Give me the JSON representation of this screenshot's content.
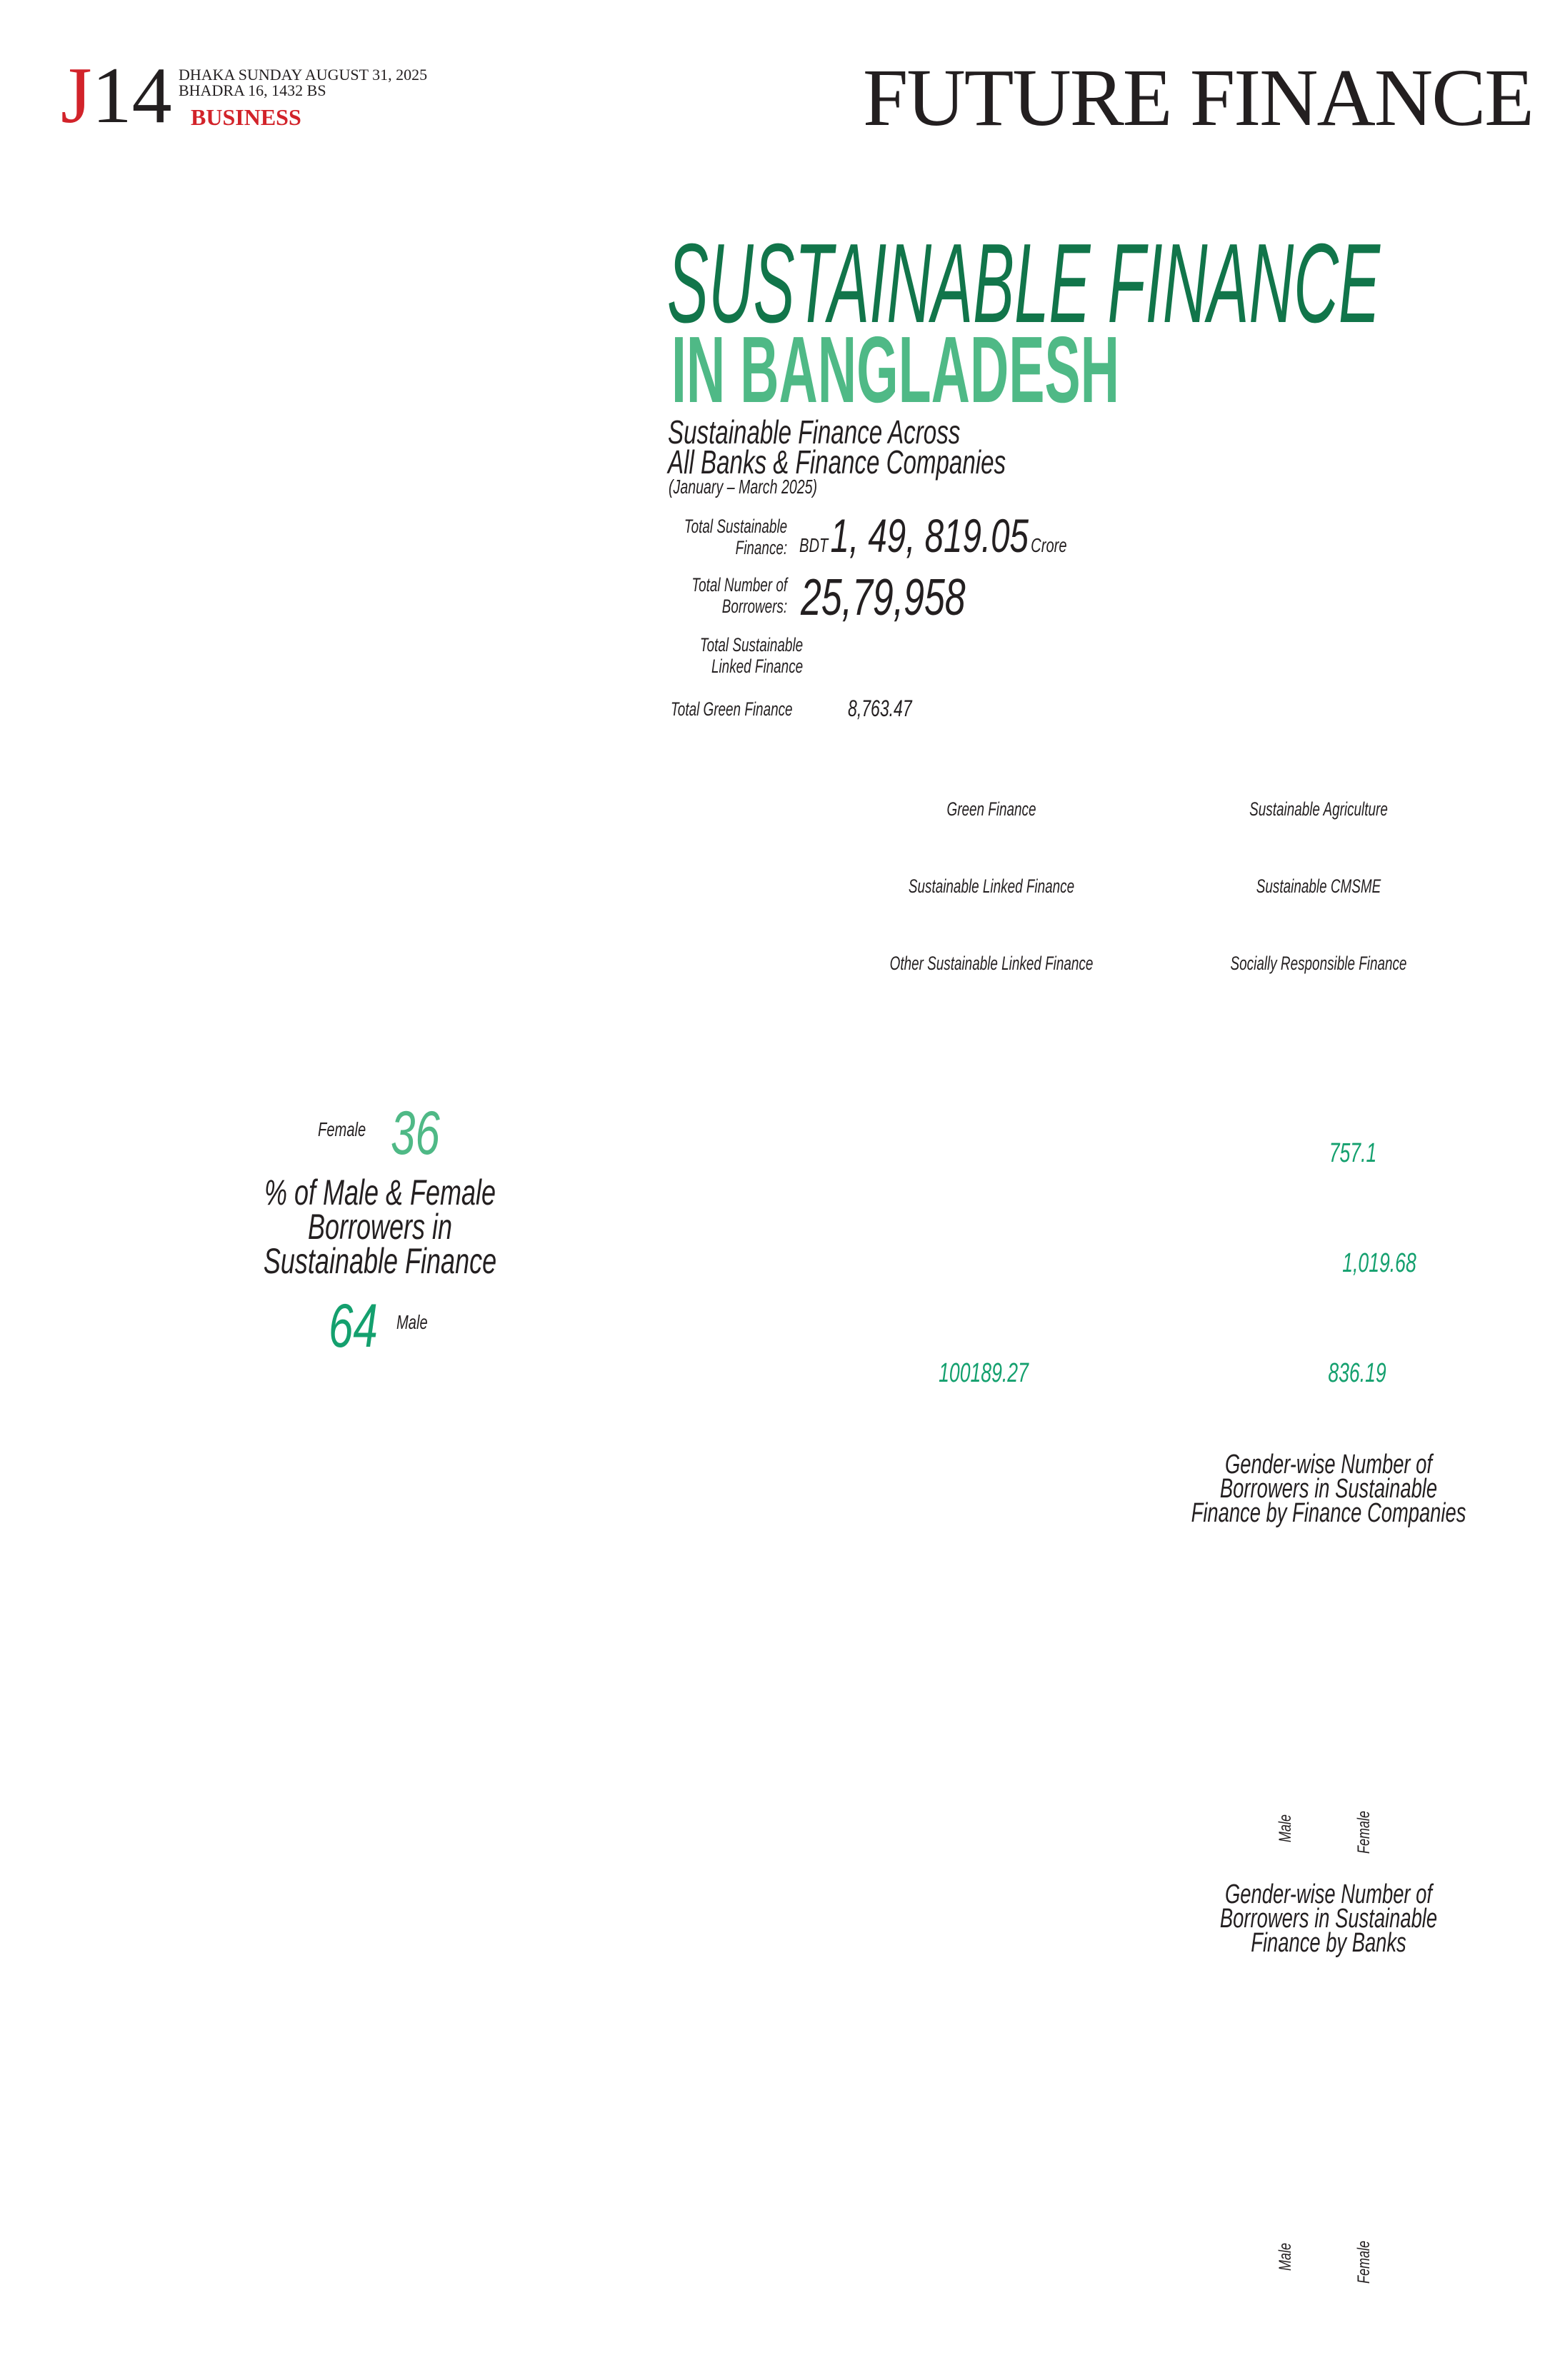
{
  "masthead": {
    "page_letter": "J",
    "page_number": "14",
    "date_line": "DHAKA SUNDAY AUGUST 31, 2025",
    "bangla_date": "BHADRA 16, 1432 BS",
    "section": "BUSINESS",
    "supplement_title": "FUTURE FINANCE"
  },
  "headline": {
    "line1": "SUSTAINABLE FINANCE",
    "line2": "IN BANGLADESH"
  },
  "summary": {
    "title_line1": "Sustainable Finance Across",
    "title_line2": "All Banks & Finance Companies",
    "period": "(January – March 2025)",
    "total_finance_label1": "Total Sustainable",
    "total_finance_label2": "Finance:",
    "currency": "BDT",
    "total_finance_value": "1, 49, 819.05",
    "unit": "Crore",
    "borrowers_label1": "Total Number of",
    "borrowers_label2": "Borrowers:",
    "borrowers_value": "25,79,958",
    "linked_label1": "Total Sustainable",
    "linked_label2": "Linked Finance",
    "green_label": "Total Green Finance",
    "green_value": "8,763.47"
  },
  "categories": [
    "Green Finance",
    "Sustainable Agriculture",
    "Sustainable Linked Finance",
    "Sustainable CMSME",
    "Other Sustainable Linked Finance",
    "Socially Responsible Finance"
  ],
  "gender_share": {
    "female_label": "Female",
    "female_value": "36",
    "title_line1": "% of Male & Female",
    "title_line2": "Borrowers in",
    "title_line3": "Sustainable Finance",
    "male_value": "64",
    "male_label": "Male"
  },
  "values": {
    "v1": "757.1",
    "v2": "1,019.68",
    "v3": "100189.27",
    "v4": "836.19"
  },
  "fc_chart": {
    "title_line1": "Gender-wise Number of",
    "title_line2": "Borrowers in Sustainable",
    "title_line3": "Finance by Finance Companies",
    "male": "Male",
    "female": "Female"
  },
  "bank_chart": {
    "title_line1": "Gender-wise Number of",
    "title_line2": "Borrowers in Sustainable",
    "title_line3": "Finance by Banks",
    "male": "Male",
    "female": "Female"
  }
}
